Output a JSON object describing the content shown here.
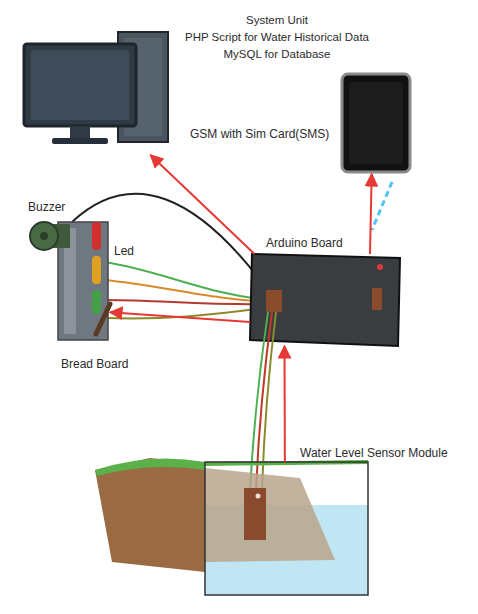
{
  "diagram": {
    "nodes": [
      {
        "text": [
          "System Unit",
          "PHP Script for Water Historical Data",
          "MySQL for Database"
        ]
      },
      {
        "text": [
          "GSM with Sim Card(SMS)"
        ]
      },
      {
        "text": [
          "Bread Board"
        ]
      },
      {
        "text": [
          "Arduino Board"
        ]
      },
      {
        "text": [
          "Water Level Sensor Module"
        ]
      }
    ],
    "edges": [
      {
        "from": 3,
        "to": 0,
        "arrow": "to"
      },
      {
        "from": 3,
        "to": 1,
        "arrow": "to"
      },
      {
        "from": 3,
        "to": 2,
        "arrow": "to"
      },
      {
        "from": 4,
        "to": 3,
        "arrow": "to"
      }
    ],
    "labels": [
      "Buzzer",
      "Led"
    ]
  }
}
